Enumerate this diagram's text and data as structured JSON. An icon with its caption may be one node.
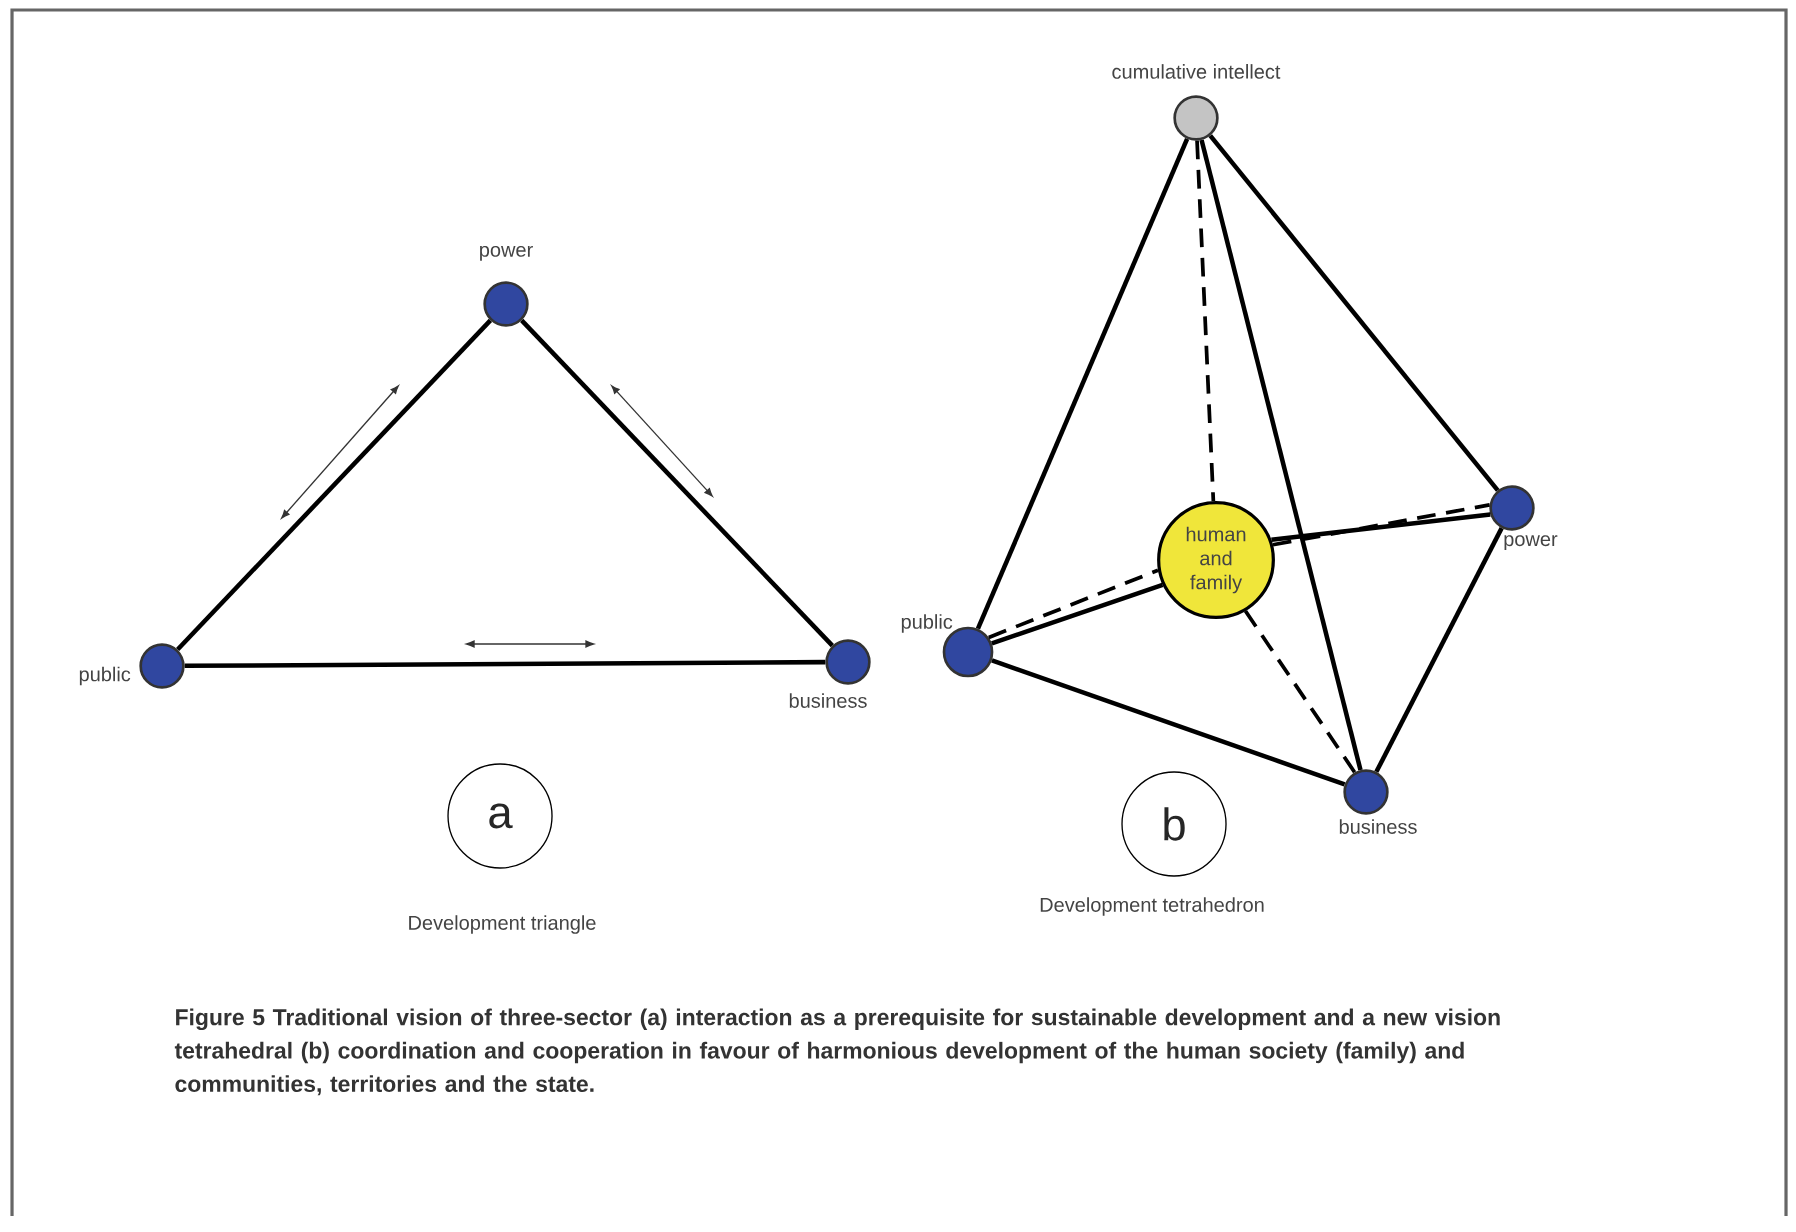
{
  "diagram": {
    "caption": "Figure 5 Traditional vision of three-sector (a) interaction as a prerequisite for sustainable development and a new vision tetrahedral (b) coordination and cooperation in favour of harmonious development of the human society (family) and communities, territories and the state.",
    "nodes": [
      {
        "text": [],
        "shape": "circle",
        "beside": [
          "power"
        ]
      },
      {
        "text": [],
        "shape": "circle",
        "beside": [
          "public"
        ]
      },
      {
        "text": [],
        "shape": "circle",
        "beside": [
          "business"
        ]
      },
      {
        "text": [
          "a"
        ],
        "beside": [
          "Development triangle"
        ]
      },
      {
        "text": [],
        "shape": "circle",
        "beside": [
          "cumulative intellect"
        ]
      },
      {
        "text": [
          "human and family"
        ]
      },
      {
        "text": [],
        "shape": "circle",
        "beside": [
          "public"
        ]
      },
      {
        "text": [],
        "shape": "circle",
        "beside": [
          "power"
        ]
      },
      {
        "text": [],
        "shape": "circle",
        "beside": [
          "business"
        ]
      },
      {
        "text": [
          "b"
        ],
        "beside": [
          "Development tetrahedron"
        ]
      }
    ],
    "edges": [
      {
        "from": 1,
        "to": 0,
        "arrow": "none"
      },
      {
        "from": 0,
        "to": 2,
        "arrow": "none"
      },
      {
        "from": 1,
        "to": 2,
        "arrow": "none"
      },
      {
        "from": 4,
        "to": 6,
        "arrow": "none"
      },
      {
        "from": 4,
        "to": 7,
        "arrow": "none"
      },
      {
        "from": 4,
        "to": 8,
        "arrow": "none"
      },
      {
        "from": 6,
        "to": 5,
        "arrow": "none"
      },
      {
        "from": 5,
        "to": 7,
        "arrow": "none"
      },
      {
        "from": 6,
        "to": 8,
        "arrow": "none"
      },
      {
        "from": 7,
        "to": 8,
        "arrow": "none"
      },
      {
        "from": 4,
        "to": 5,
        "arrow": "none",
        "style": "dashed"
      },
      {
        "from": 6,
        "to": 5,
        "arrow": "none",
        "style": "dashed"
      },
      {
        "from": 5,
        "to": 7,
        "arrow": "none",
        "style": "dashed"
      },
      {
        "from": 5,
        "to": 8,
        "arrow": "none",
        "style": "dashed"
      }
    ]
  }
}
